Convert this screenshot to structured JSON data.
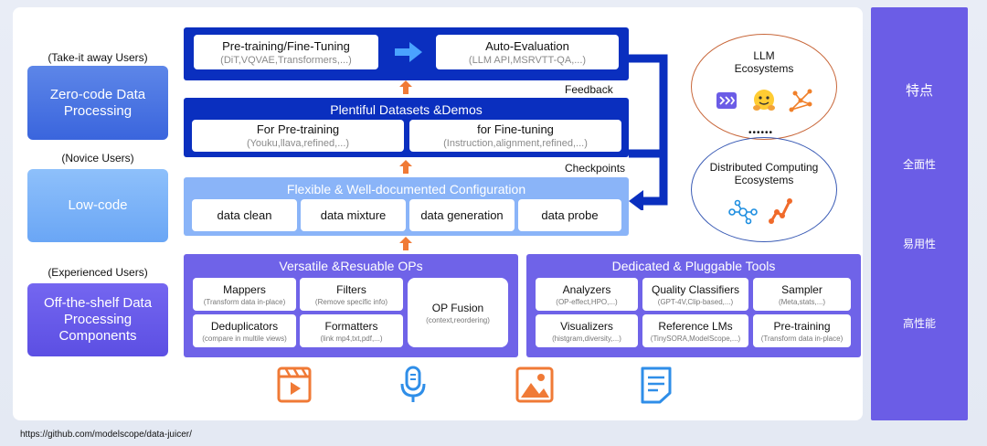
{
  "url": "https://github.com/modelscope/data-juicer/",
  "users": {
    "take_away_label": "(Take-it away Users)",
    "zero_code": "Zero-code Data Processing",
    "novice_label": "(Novice Users)",
    "low_code": "Low-code",
    "experienced_label": "(Experienced Users)",
    "off_shelf": "Off-the-shelf Data Processing Components"
  },
  "top": {
    "pretrain_title": "Pre-training/Fine-Tuning",
    "pretrain_sub": "(DiT,VQVAE,Transformers,...)",
    "autoeval_title": "Auto-Evaluation",
    "autoeval_sub": "(LLM API,MSRVTT-QA,...)"
  },
  "feedback": "Feedback",
  "checkpoints": "Checkpoints",
  "datasets": {
    "header": "Plentiful Datasets &Demos",
    "pre_title": "For Pre-training",
    "pre_sub": "(Youku,llava,refined,...)",
    "fine_title": "for Fine-tuning",
    "fine_sub": "(Instruction,alignment,refined,...)"
  },
  "config": {
    "header": "Flexible & Well-documented Configuration",
    "items": [
      "data clean",
      "data mixture",
      "data generation",
      "data probe"
    ]
  },
  "ops": {
    "header": "Versatile &Resuable OPs",
    "items": [
      {
        "title": "Mappers",
        "sub": "(Transform data in-place)"
      },
      {
        "title": "Filters",
        "sub": "(Remove specific info)"
      },
      {
        "title": "Deduplicators",
        "sub": "(compare in multile views)"
      },
      {
        "title": "Formatters",
        "sub": "(link mp4,txt,pdf,...)"
      }
    ],
    "fusion_title": "OP Fusion",
    "fusion_sub": "(context,reordering)"
  },
  "tools": {
    "header": "Dedicated & Pluggable Tools",
    "items": [
      {
        "title": "Analyzers",
        "sub": "(OP-effect,HPO,...)"
      },
      {
        "title": "Quality Classifiers",
        "sub": "(GPT-4V,Clip-based,...)"
      },
      {
        "title": "Sampler",
        "sub": "(Meta,stats,...)"
      },
      {
        "title": "Visualizers",
        "sub": "(histgram,diversity,...)"
      },
      {
        "title": "Reference LMs",
        "sub": "(TinySORA,ModelScope,...)"
      },
      {
        "title": "Pre-training",
        "sub": "(Transform data in-place)"
      }
    ]
  },
  "eco": {
    "llm": "LLM Ecosystems",
    "dots": "••••••",
    "dist": "Distributed Computing Ecosystems"
  },
  "sidebar": {
    "title": "特点",
    "items": [
      "全面性",
      "易用性",
      "高性能"
    ]
  },
  "icons": [
    "video-icon",
    "audio-icon",
    "image-icon",
    "document-icon"
  ],
  "colors": {
    "navy": "#0a2fbf",
    "light_blue": "#8ab4f8",
    "violet": "#6f63e8",
    "sidebar": "#6b5de6",
    "orange": "#f07a36",
    "eco_orange": "#c8673a",
    "eco_blue": "#3a5bb5"
  }
}
